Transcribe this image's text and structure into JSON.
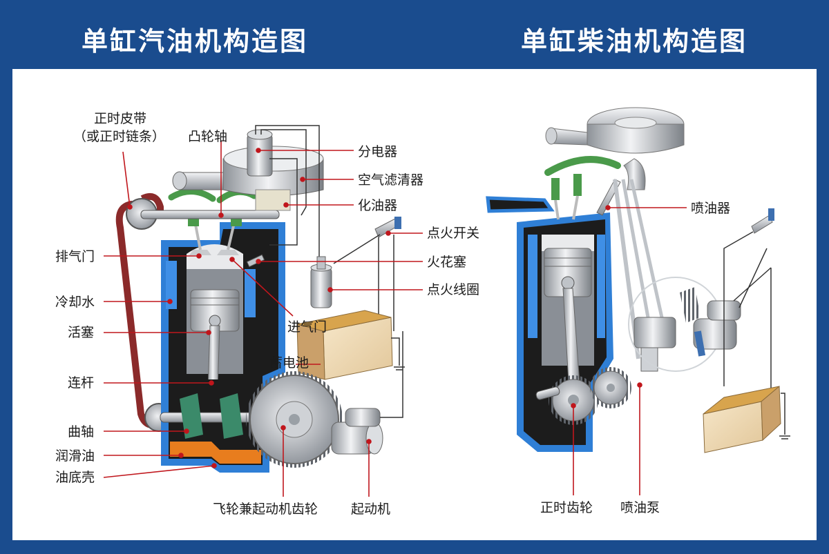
{
  "titles": {
    "gasoline": "单缸汽油机构造图",
    "diesel": "单缸柴油机构造图"
  },
  "gasoline_labels": {
    "timing_belt_1": "正时皮带",
    "timing_belt_2": "（或正时链条）",
    "camshaft": "凸轮轴",
    "distributor": "分电器",
    "air_filter": "空气滤清器",
    "carburetor": "化油器",
    "ignition_switch": "点火开关",
    "spark_plug": "火花塞",
    "ignition_coil": "点火线圈",
    "exhaust_valve": "排气门",
    "coolant": "冷却水",
    "piston": "活塞",
    "intake_valve": "进气门",
    "battery": "蓄电池",
    "connecting_rod": "连杆",
    "crankshaft": "曲轴",
    "lubricating_oil": "润滑油",
    "oil_pan": "油底壳",
    "flywheel": "飞轮兼起动机齿轮",
    "starter": "起动机"
  },
  "diesel_labels": {
    "injector": "喷油器",
    "timing_gear": "正时齿轮",
    "injection_pump": "喷油泵"
  },
  "colors": {
    "frame": "#1a4c8e",
    "water_jacket": "#2f7fd6",
    "block": "#1c1c1c",
    "oil": "#e87d1e",
    "leader": "#c0161c",
    "valve_spring": "#4a9a4a",
    "belt": "#8b2a2a"
  }
}
